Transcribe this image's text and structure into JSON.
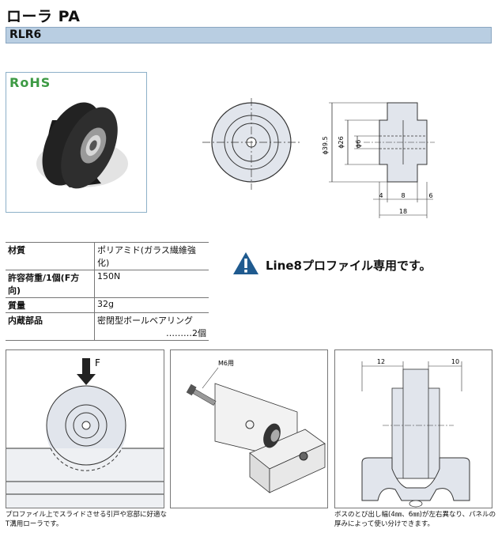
{
  "header": {
    "title": "ローラ PA",
    "model": "RLR6"
  },
  "photo": {
    "badge": "RoHS"
  },
  "drawing": {
    "dim_outer": "ϕ39.5",
    "dim_mid": "ϕ26",
    "dim_bore": "ϕ6",
    "dim_left": "4",
    "dim_center": "8",
    "dim_right": "6",
    "dim_total": "18"
  },
  "specs": [
    {
      "label": "材質",
      "value": "ポリアミド(ガラス繊維強化)"
    },
    {
      "label": "許容荷重/1個(F方向)",
      "value": "150N"
    },
    {
      "label": "質量",
      "value": "32g"
    },
    {
      "label": "内蔵部品",
      "value": "密閉型ボールベアリング",
      "value2": "………2個"
    }
  ],
  "notice": {
    "text": "Line8プロファイル専用です。",
    "icon_color": "#1f5a8f"
  },
  "panels": {
    "force_label": "F",
    "bolt_label": "M6用",
    "dim_left": "12",
    "dim_right": "10"
  },
  "notes": {
    "left": "プロファイル上でスライドさせる引戸や窓部に好適なT溝用ローラです。",
    "right": "ボスのとび出し幅(4㎜、6㎜)が左右異なり、パネルの厚みによって使い分けできます。"
  }
}
